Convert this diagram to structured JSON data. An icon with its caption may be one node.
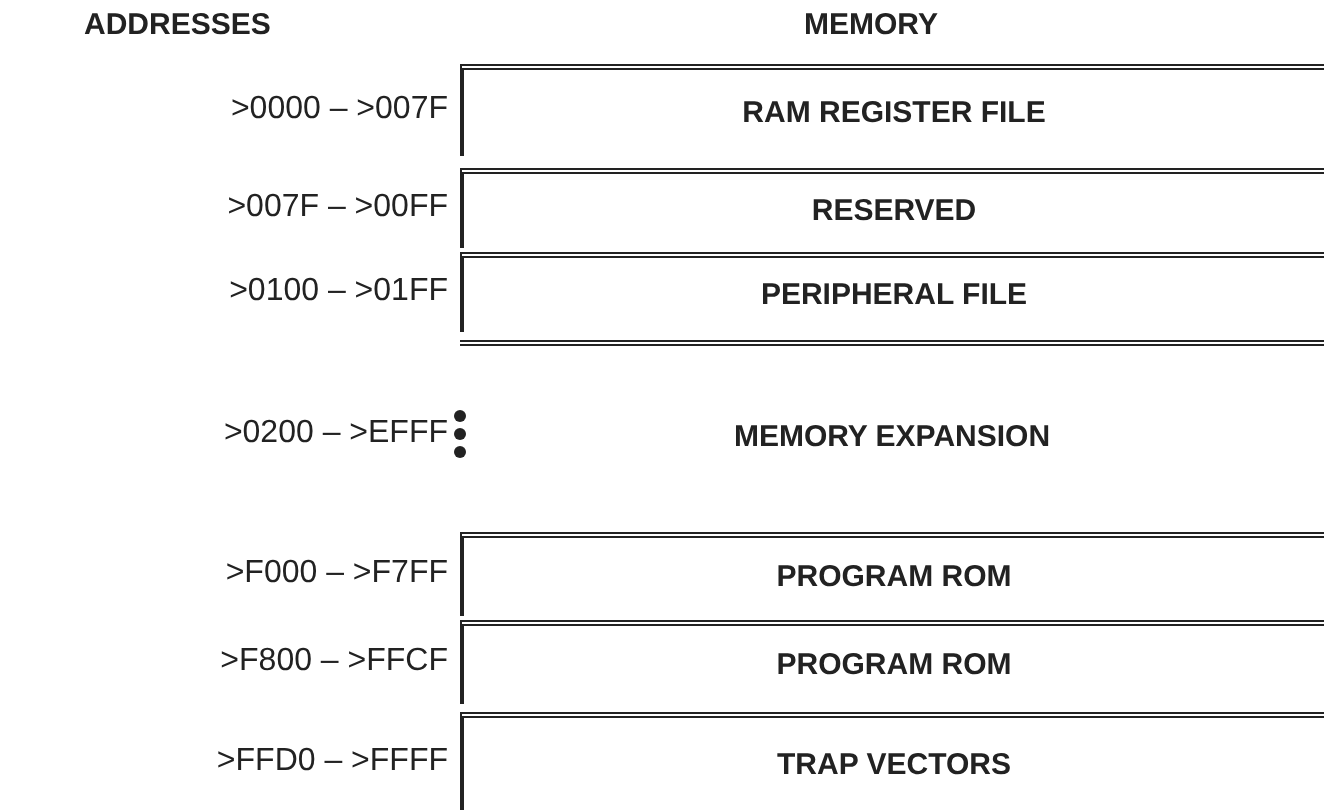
{
  "diagram": {
    "nodes": [
      {
        "text": [
          "RAM REGISTER FILE"
        ],
        "beside": [
          ">0000 – >007F"
        ]
      },
      {
        "text": [
          "RESERVED"
        ],
        "beside": [
          ">007F – >00FF"
        ]
      },
      {
        "text": [
          "PERIPHERAL FILE"
        ],
        "beside": [
          ">0100 – >01FF"
        ]
      },
      {
        "text": [
          "MEMORY EXPANSION"
        ],
        "beside": [
          ">0200 – >EFFF"
        ]
      },
      {
        "text": [
          "PROGRAM ROM"
        ],
        "beside": [
          ">F000 – >F7FF"
        ]
      },
      {
        "text": [
          "PROGRAM ROM"
        ],
        "beside": [
          ">F800 – >FFCF"
        ]
      },
      {
        "text": [
          "TRAP VECTORS"
        ],
        "beside": [
          ">FFD0 – >FFFF"
        ]
      }
    ],
    "labels": [
      "ADDRESSES",
      "MEMORY"
    ]
  }
}
